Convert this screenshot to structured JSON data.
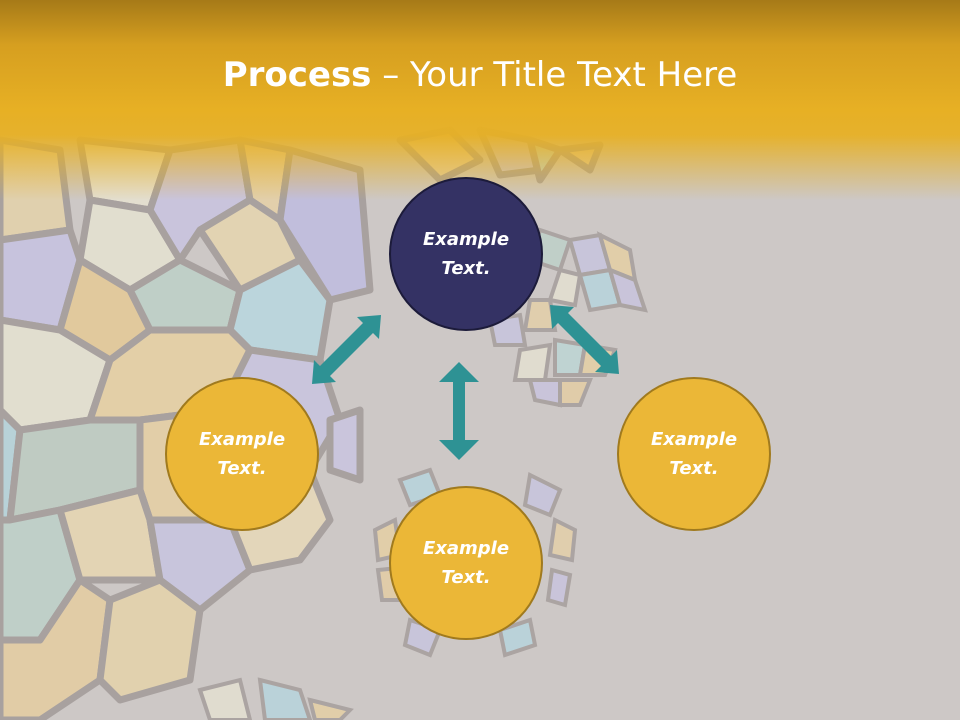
{
  "slide": {
    "title_bold": "Process",
    "title_rest": " – Your Title Text Here"
  },
  "nodes": {
    "top": "Example Text.",
    "left": "Example Text.",
    "right": "Example Text.",
    "bottom": "Example Text."
  },
  "colors": {
    "header": "#e7b024",
    "node_primary": "#343264",
    "node_secondary": "#ebb737",
    "arrow": "#2e9294",
    "background": "#cdc8c6"
  }
}
